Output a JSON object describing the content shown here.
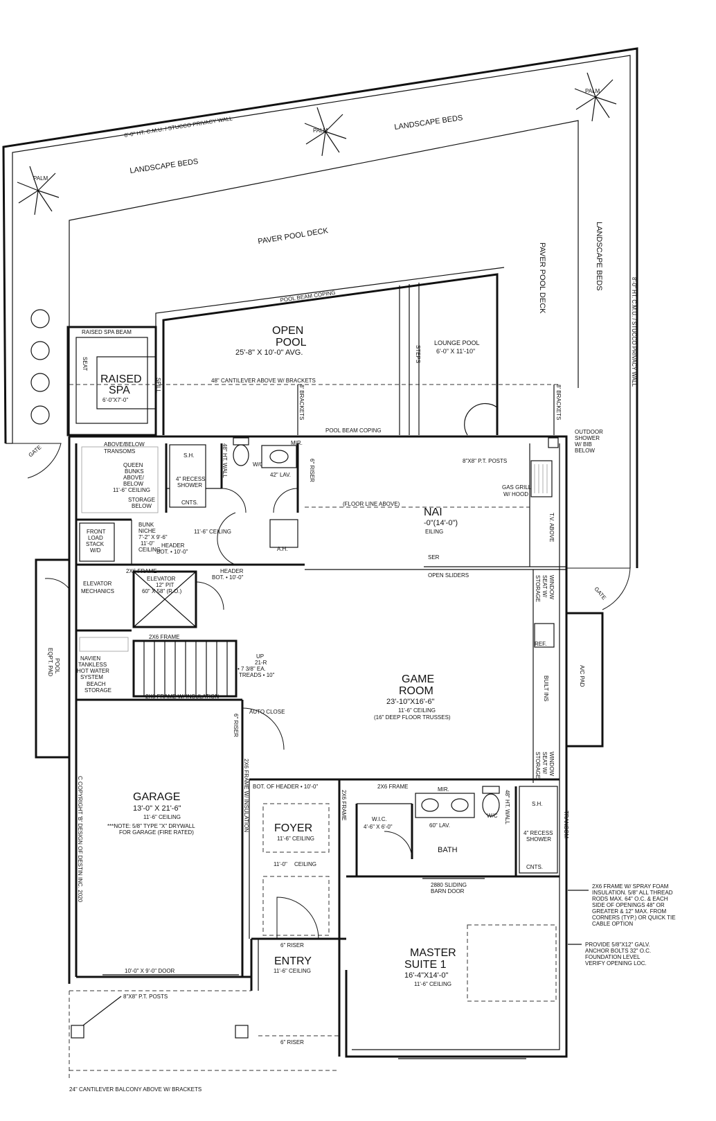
{
  "labels": {
    "privacy_wall_top": "8'-0\" HT. C.M.U. / STUCCO PRIVACY WALL",
    "privacy_wall_right": "8'-0\" HT. C.M.U. / STUCCO PRIVACY WALL",
    "palm": "PALM",
    "landscape_beds": "LANDSCAPE BEDS",
    "paver_pool_deck": "PAVER POOL DECK",
    "pool_beam_coping": "POOL BEAM COPING",
    "raised_spa_beam": "RAISED SPA BEAM",
    "seat": "SEAT",
    "spill": "SPILL",
    "raised_spa_1": "RAISED",
    "raised_spa_2": "SPA",
    "raised_spa_dim": "6'-0\"X7'-0\"",
    "open_pool_1": "OPEN",
    "open_pool_2": "POOL",
    "open_pool_dim": "25'-8\" X 10'-0\" AVG.",
    "steps": "STEPS",
    "lounge_pool": "LOUNGE POOL",
    "lounge_pool_dim": "6'-0\" X 11'-10\"",
    "cantilever_top": "48\" CANTILEVER ABOVE W/ BRACKETS",
    "brackets_8": "8' BRACKETS",
    "gate": "GATE",
    "outdoor_shower_1": "OUTDOOR",
    "outdoor_shower_2": "SHOWER",
    "outdoor_shower_3": "W/ BIB",
    "outdoor_shower_4": "BELOW",
    "posts_8x8": "8\"X8\" P.T. POSTS",
    "gas_grill_1": "GAS GRILL",
    "gas_grill_2": "W/ HOOD",
    "floor_line_above": "(FLOOR LINE ABOVE)",
    "lanai_1": "NAI",
    "lanai_dim": "-0\"(14'-0\")",
    "lanai_ceil": "EILING",
    "riser_frag": "SER",
    "open_sliders": "OPEN SLIDERS",
    "tv_above": "T.V. ABOVE",
    "above_below_transoms_1": "ABOVE/BELOW",
    "above_below_transoms_2": "TRANSOMS",
    "queen_bunks_1": "QUEEN",
    "queen_bunks_2": "BUNKS",
    "queen_bunks_3": "ABOVE/",
    "queen_bunks_4": "BELOW",
    "ceiling_11_6": "11'-6\" CEILING",
    "storage_below_1": "STORAGE",
    "storage_below_2": "BELOW",
    "sh": "S.H.",
    "recess_shower_1": "4\" RECESS",
    "recess_shower_2": "SHOWER",
    "cnts": "CNTS.",
    "wall_48": "48\" HT. WALL",
    "wc": "W/C",
    "mir": "MIR.",
    "lav_42": "42\" LAV.",
    "riser_6": "6\" RISER",
    "bunk_niche_1": "BUNK",
    "bunk_niche_2": "NICHE",
    "bunk_niche_dim": "7'-2\" X 9'-6\"",
    "ceiling_11_0": "11'-0\"",
    "ceiling_word": "CEILING",
    "front_load_1": "FRONT",
    "front_load_2": "LOAD",
    "front_load_3": "STACK",
    "front_load_4": "W/D",
    "header": "HEADER",
    "bot_10_0": "BOT. • 10'-0\"",
    "ah": "A.H.",
    "frame_2x6": "2X6 FRAME",
    "elevator_mech_1": "ELEVATOR",
    "elevator_mech_2": "MECHANICS",
    "elevator_1": "ELEVATOR",
    "elevator_2": "12\" PIT",
    "elevator_3": "60\" X 58\" (R.O.)",
    "window_seat_1": "WINDOW",
    "window_seat_2": "SEAT W/",
    "window_seat_3": "STORAGE",
    "ref": "REF.",
    "built_ins": "BUILT INS",
    "ac_pad": "A/C PAD",
    "pool_eqpt_1": "POOL",
    "pool_eqpt_2": "EQPT. PAD",
    "navien_1": "NAVIEN",
    "navien_2": "TANKLESS",
    "navien_3": "HOT WATER",
    "navien_4": "SYSTEM",
    "beach_storage_1": "BEACH",
    "beach_storage_2": "STORAGE",
    "stairs_1": "UP",
    "stairs_2": "21-R",
    "stairs_3": "• 7 3/8\" EA.",
    "stairs_4": "TREADS • 10\"",
    "frame_2x6_insul": "2X6 FRAME W/ INSULATION",
    "game_room_1": "GAME",
    "game_room_2": "ROOM",
    "game_room_dim": "23'-10\"X16'-6\"",
    "game_room_ceil": "11'-6\" CEILING",
    "game_room_note": "(16\" DEEP FLOOR TRUSSES)",
    "auto_close": "AUTO CLOSE",
    "copyright": "C COPYRIGHT 'B' DESIGN OF DESTIN INC. 2020",
    "garage": "GARAGE",
    "garage_dim": "13'-0\" X 21'-6\"",
    "garage_note_1": "***NOTE: 5/8\" TYPE \"X\" DRYWALL",
    "garage_note_2": "FOR GARAGE (FIRE RATED)",
    "frame_2x6_insul_v": "2X6 FRAME W/ INSULATION",
    "bot_header": "BOT. OF HEADER • 10'-0\"",
    "foyer": "FOYER",
    "wic": "W.I.C.",
    "wic_dim": "4'-6\" X 6'-0\"",
    "lav_60": "60\" LAV.",
    "bath": "BATH",
    "transom": "TRANSOM",
    "barn_door_1": "2880 SLIDING",
    "barn_door_2": "BARN DOOR",
    "spray_foam_1": "2X6 FRAME W/ SPRAY FOAM",
    "spray_foam_2": "INSULATION. 5/8\" ALL THREAD",
    "spray_foam_3": "RODS MAX. 64\" O.C. & EACH",
    "spray_foam_4": "SIDE OF OPENINGS 48\" OR",
    "spray_foam_5": "GREATER & 12\" MAX. FROM",
    "spray_foam_6": "CORNERS (TYP.) OR QUICK TIE",
    "spray_foam_7": "CABLE OPTION",
    "anchor_1": "PROVIDE 5/8\"X12\" GALV.",
    "anchor_2": "ANCHOR BOLTS 32\" O.C.",
    "anchor_3": "FOUNDATION LEVEL",
    "anchor_4": "VERIFY OPENING LOC.",
    "garage_door": "10'-0\" X 9'-0\" DOOR",
    "entry": "ENTRY",
    "master_1": "MASTER",
    "master_2": "SUITE 1",
    "master_dim": "16'-4\"X14'-0\"",
    "cantilever_bottom": "24\" CANTILEVER BALCONY ABOVE W/ BRACKETS"
  }
}
